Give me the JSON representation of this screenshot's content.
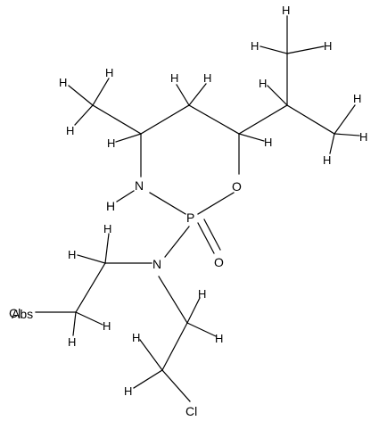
{
  "molecule": {
    "labels": {
      "N_ring": "N",
      "H_on_N": "H",
      "O_ring": "O",
      "P": "P",
      "O_oxo": "O",
      "N_amine": "N",
      "Cl_left": "Cl",
      "Abs_marker": "Abs",
      "Cl_bottom": "Cl",
      "H": "H"
    }
  }
}
